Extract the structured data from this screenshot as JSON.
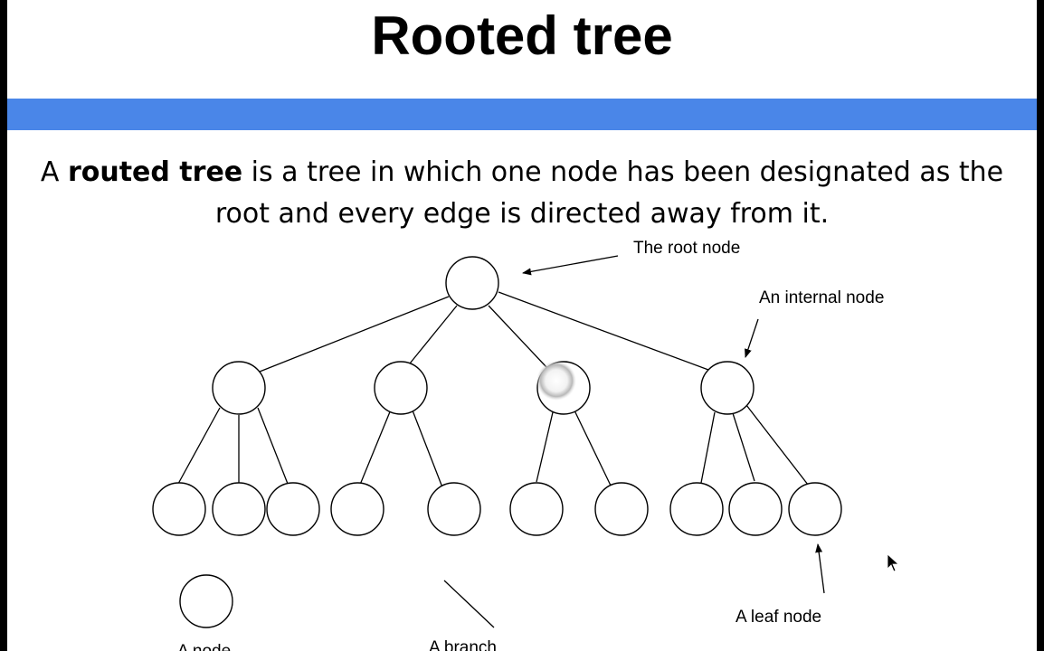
{
  "slide": {
    "title": "Rooted tree",
    "accent_color": "#4a86e8",
    "body": {
      "prefix": "A ",
      "term": "routed tree",
      "line1_rest": " is a tree in which one node has been designated as the",
      "line2": "root and every edge is directed away from it."
    }
  },
  "diagram": {
    "labels": {
      "root_node": "The root node",
      "internal_node": "An internal node",
      "leaf_node": "A leaf node",
      "a_node": "A node",
      "a_branch": "A branch"
    },
    "structure": {
      "root_children": 4,
      "level1_children": [
        3,
        2,
        2,
        3
      ],
      "total_leaves": 10
    }
  },
  "cursor": {
    "icon": "mouse-pointer-icon"
  }
}
